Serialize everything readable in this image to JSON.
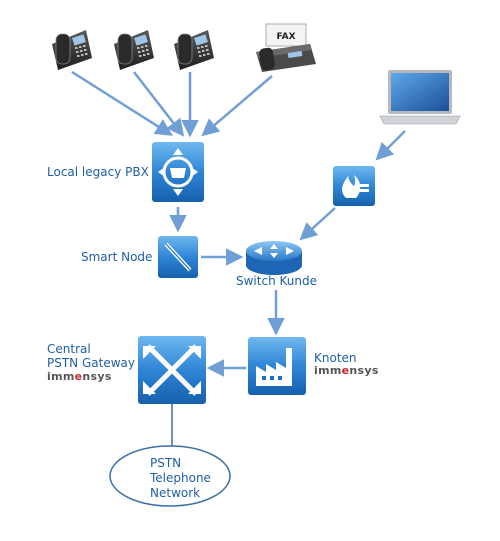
{
  "nodes": {
    "pbx": {
      "label": "Local legacy PBX"
    },
    "smart_node": {
      "label": "Smart Node"
    },
    "switch": {
      "label": "Switch Kunde"
    },
    "knoten": {
      "label": "Knoten",
      "brand_pre": "imm",
      "brand_mark": "e",
      "brand_post": "nsys"
    },
    "gateway": {
      "label_line1": "Central",
      "label_line2": "PSTN Gateway",
      "brand_pre": "imm",
      "brand_mark": "e",
      "brand_post": "nsys"
    },
    "pstn": {
      "line1": "PSTN",
      "line2": "Telephone",
      "line3": "Network"
    },
    "fax": {
      "label": "FAX"
    },
    "phones": [
      {
        "type": "desk-phone"
      },
      {
        "type": "desk-phone"
      },
      {
        "type": "desk-phone"
      }
    ],
    "laptop": {
      "type": "laptop"
    },
    "firewall": {
      "type": "firewall"
    }
  },
  "colors": {
    "label": "#1f5ea8",
    "arrow": "#6f9fd6",
    "icon_dark": "#1a6fbf",
    "icon_light": "#4fa3e6",
    "line": "#3a6fa8",
    "brand_text": "#555555",
    "brand_mark": "#c1272d"
  }
}
